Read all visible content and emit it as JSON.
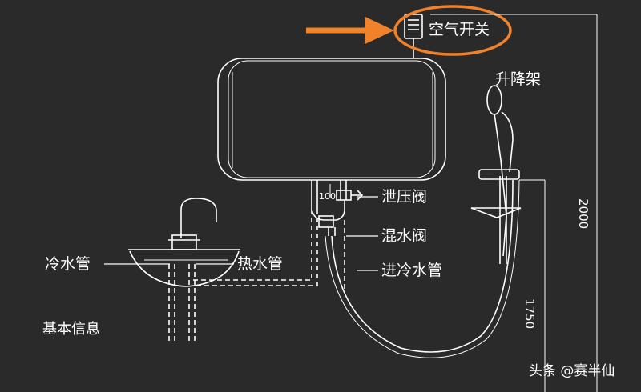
{
  "labels": {
    "air_switch": "空气开关",
    "lift_rack": "升降架",
    "relief_valve": "泄压阀",
    "mixing_valve": "混水阀",
    "cold_inlet_pipe": "进冷水管",
    "cold_pipe": "冷水管",
    "hot_pipe": "热水管",
    "basic_info": "基本信息",
    "pipe_spacing": "100"
  },
  "dimensions": {
    "height_2000": "2000",
    "height_1750": "1750"
  },
  "watermark": "头条 @赛半仙",
  "colors": {
    "background": "#2a2a2a",
    "line": "#ffffff",
    "highlight": "#f0822a"
  }
}
